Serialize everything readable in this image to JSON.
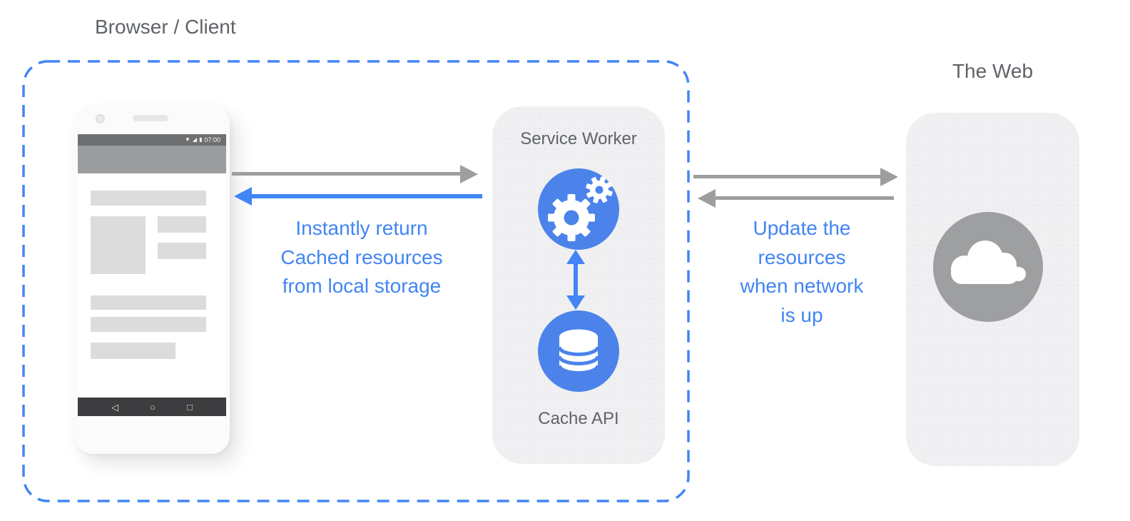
{
  "colors": {
    "accent_blue": "#4285f4",
    "circle_blue": "#4b83ea",
    "arrow_gray": "#9e9e9e",
    "panel_gray": "#f0f0f2",
    "label_gray": "#5f6368",
    "cloud_gray": "#9e9fa1"
  },
  "browser_client": {
    "title": "Browser / Client",
    "phone": {
      "status_time": "07:00",
      "status_icons": {
        "wifi": "▼",
        "signal": "◢",
        "battery": "▮"
      },
      "nav_icons": {
        "back": "◁",
        "home": "○",
        "recents": "□"
      }
    }
  },
  "service_worker": {
    "title": "Service Worker",
    "cache_label": "Cache API"
  },
  "web": {
    "title": "The Web"
  },
  "annotations": {
    "left": {
      "lines": [
        "Instantly return",
        "Cached resources",
        "from local storage"
      ]
    },
    "right": {
      "lines": [
        "Update the",
        "resources",
        "when network",
        "is up"
      ]
    }
  },
  "icons": {
    "service_worker": "gears-icon",
    "cache": "database-icon",
    "web": "cloud-icon"
  }
}
